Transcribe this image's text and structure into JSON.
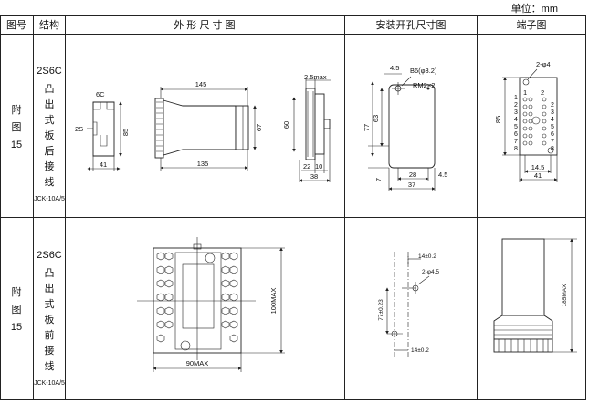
{
  "unit_label": "单位：mm",
  "headers": {
    "fig_no": "图号",
    "structure": "结构",
    "outline": "外 形 尺 寸 图",
    "mounting": "安装开孔尺寸图",
    "terminal": "端子图"
  },
  "rows": [
    {
      "fig": [
        "附",
        "图",
        "15"
      ],
      "model": "2S6C",
      "structure": [
        "凸",
        "出",
        "式",
        "板",
        "后",
        "接",
        "线"
      ],
      "code": "JCK-10A/5",
      "outline": {
        "label_6c": "6C",
        "label_2s": "2S",
        "h": "85",
        "w": "41",
        "top": "145",
        "bottom": "135",
        "right_h": "67",
        "side_top": "2.5max",
        "side_h": "60",
        "side_a": "22",
        "side_b": "10",
        "side_w": "38"
      },
      "mounting": {
        "w_top": "4.5",
        "b6": "B6(φ3.2)",
        "rm": "RM2×2",
        "h_outer": "77",
        "h_inner": "63",
        "h_low": "7",
        "w_mid": "28",
        "w_right": "4.5",
        "w_total": "37"
      },
      "terminal": {
        "holes": "2-φ4",
        "num_top": "1",
        "num_top2": "2",
        "h": "85",
        "w_inner": "14.5",
        "w_total": "41",
        "left_nums": [
          "1",
          "2",
          "3",
          "4",
          "5",
          "6",
          "7",
          "8"
        ],
        "right_nums": [
          "2",
          "3",
          "4",
          "5",
          "6",
          "7",
          "8"
        ]
      }
    },
    {
      "fig": [
        "附",
        "图",
        "15"
      ],
      "model": "2S6C",
      "structure": [
        "凸",
        "出",
        "式",
        "板",
        "前",
        "接",
        "线"
      ],
      "code": "JCK-10A/5",
      "outline": {
        "h": "100MAX",
        "w": "90MAX"
      },
      "mounting": {
        "w_top": "14±0.2",
        "holes": "2-φ4.5",
        "h": "77±0.23",
        "w_bottom": "14±0.2"
      },
      "terminal": {
        "h": "185MAX"
      }
    }
  ]
}
